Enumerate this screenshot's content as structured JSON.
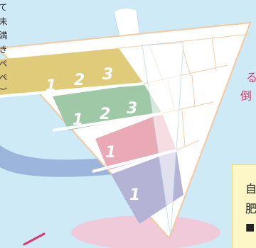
{
  "vertical_text_lines": [
    "て",
    "未",
    "満",
    "き",
    "ペ",
    "ペ",
    "）"
  ],
  "funnel": {
    "rows": [
      {
        "id": "yellow",
        "numbers": [
          "1",
          "2",
          "3"
        ],
        "color": "#dfcb7a"
      },
      {
        "id": "green",
        "numbers": [
          "1",
          "2",
          "3"
        ],
        "color": "#9fc8a6"
      },
      {
        "id": "pink",
        "numbers": [
          "1"
        ],
        "color": "#eaaab5"
      },
      {
        "id": "purple",
        "numbers": [
          "1"
        ],
        "color": "#b4b3d6"
      }
    ]
  },
  "right_text": {
    "top": "る",
    "bottom": "倒"
  },
  "yellow_box": {
    "line1": "自",
    "line2": "肥",
    "line3": "■"
  },
  "colors": {
    "background": "#cdeaf6",
    "outline_peach": "#f5c9a0",
    "cone_outline": "#a8d1e2",
    "pink_ellipse": "#f4c6d6",
    "blue_swoosh": "#9bb5dc",
    "red_line": "#d83a6a",
    "right_text": "#d83a6a"
  }
}
